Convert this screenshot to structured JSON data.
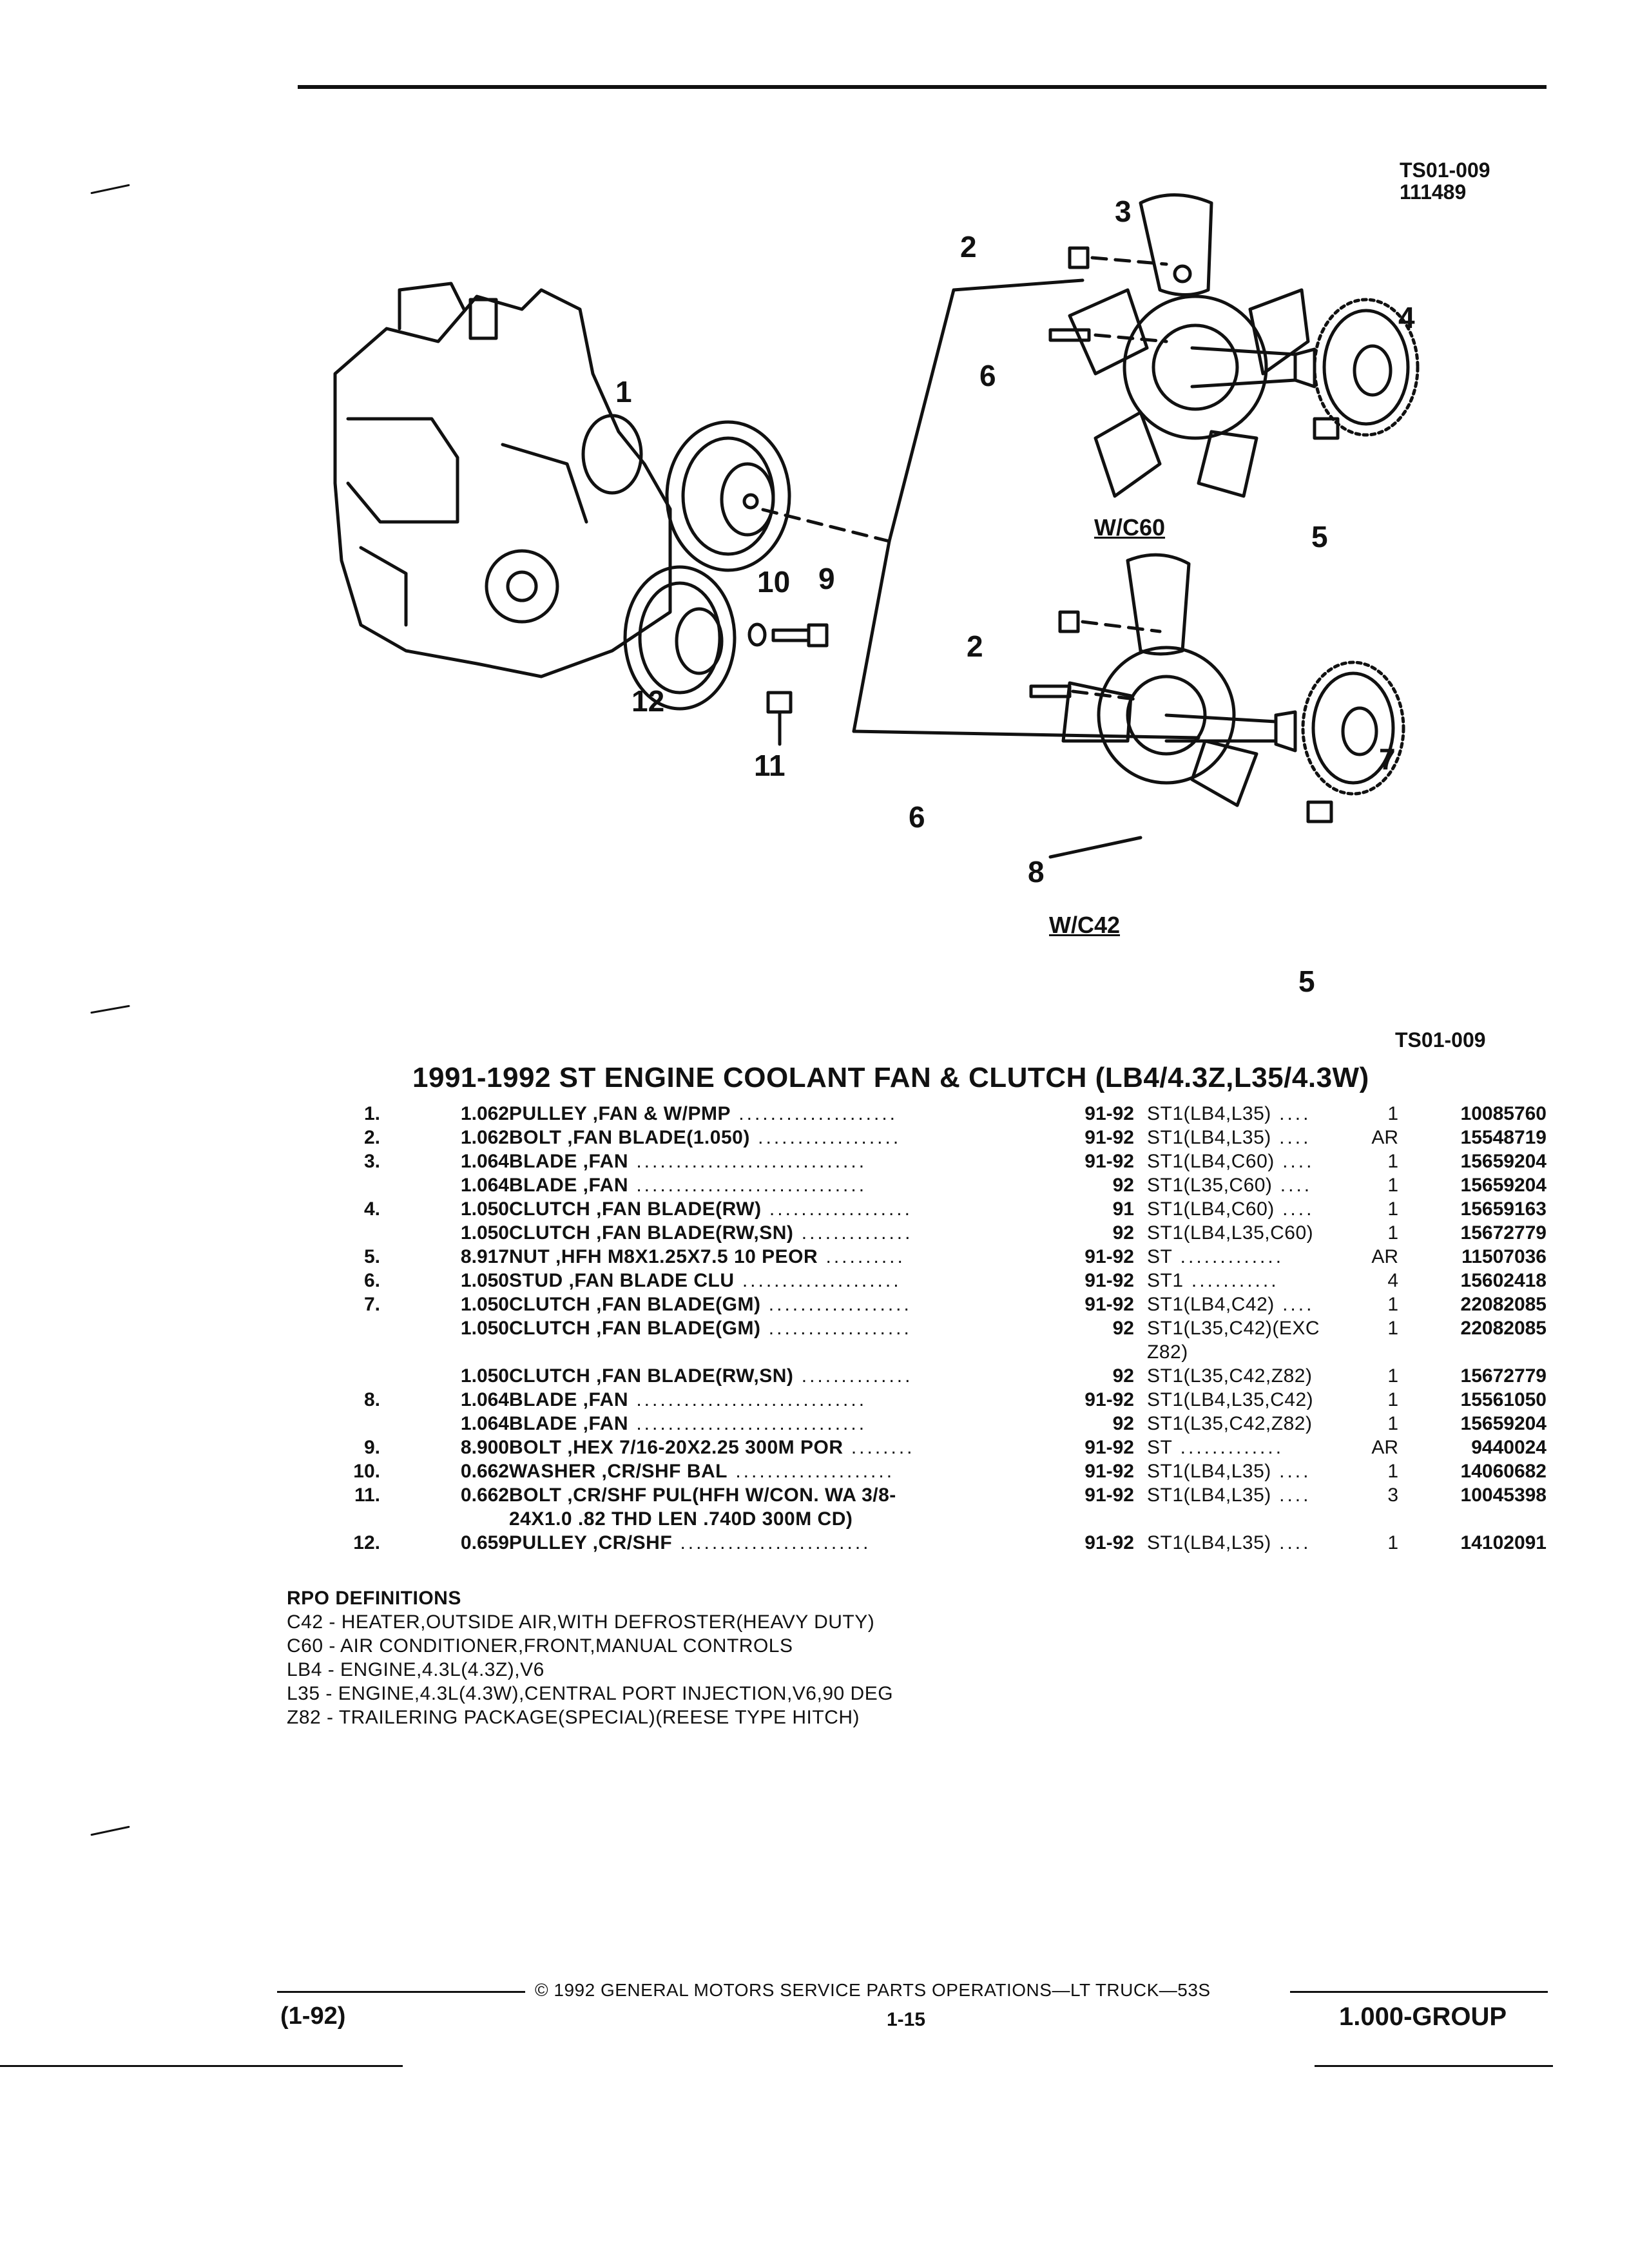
{
  "figure": {
    "ref_code": "TS01-009",
    "ref_number": "111489",
    "bottom_ref": "TS01-009",
    "caption_c60": "W/C60",
    "caption_c42": "W/C42",
    "callouts": {
      "n1": "1",
      "n2a": "2",
      "n2b": "2",
      "n3": "3",
      "n4": "4",
      "n5a": "5",
      "n5b": "5",
      "n6a": "6",
      "n6b": "6",
      "n7": "7",
      "n8": "8",
      "n9": "9",
      "n10": "10",
      "n11": "11",
      "n12": "12"
    }
  },
  "title": "1991-1992 ST ENGINE COOLANT FAN & CLUTCH (LB4/4.3Z,L35/4.3W)",
  "parts": [
    {
      "idx": "1.",
      "ill": "1.062",
      "desc": "PULLEY ,FAN & W/PMP",
      "dots": " ....................",
      "years": "91-92",
      "app": "ST1(LB4,L35)",
      "app_dots": " ....",
      "qty": "1",
      "pn": "10085760"
    },
    {
      "idx": "2.",
      "ill": "1.062",
      "desc": "BOLT ,FAN BLADE(1.050)",
      "dots": " ..................",
      "years": "91-92",
      "app": "ST1(LB4,L35)",
      "app_dots": " ....",
      "qty": "AR",
      "pn": "15548719"
    },
    {
      "idx": "3.",
      "ill": "1.064",
      "desc": "BLADE ,FAN",
      "dots": " .............................",
      "years": "91-92",
      "app": "ST1(LB4,C60)",
      "app_dots": " ....",
      "qty": "1",
      "pn": "15659204"
    },
    {
      "idx": "",
      "ill": "1.064",
      "desc": "BLADE ,FAN",
      "dots": " .............................",
      "years": "92",
      "app": "ST1(L35,C60)",
      "app_dots": " ....",
      "qty": "1",
      "pn": "15659204"
    },
    {
      "idx": "4.",
      "ill": "1.050",
      "desc": "CLUTCH ,FAN BLADE(RW)",
      "dots": " ..................",
      "years": "91",
      "app": "ST1(LB4,C60)",
      "app_dots": " ....",
      "qty": "1",
      "pn": "15659163"
    },
    {
      "idx": "",
      "ill": "1.050",
      "desc": "CLUTCH ,FAN BLADE(RW,SN)",
      "dots": " ..............",
      "years": "92",
      "app": "ST1(LB4,L35,C60)",
      "app_dots": "",
      "qty": "1",
      "pn": "15672779"
    },
    {
      "idx": "5.",
      "ill": "8.917",
      "desc": "NUT ,HFH M8X1.25X7.5 10 PEOR",
      "dots": " ..........",
      "years": "91-92",
      "app": "ST",
      "app_dots": " .............",
      "qty": "AR",
      "pn": "11507036"
    },
    {
      "idx": "6.",
      "ill": "1.050",
      "desc": "STUD ,FAN BLADE CLU",
      "dots": " ....................",
      "years": "91-92",
      "app": "ST1",
      "app_dots": " ...........",
      "qty": "4",
      "pn": "15602418"
    },
    {
      "idx": "7.",
      "ill": "1.050",
      "desc": "CLUTCH ,FAN BLADE(GM)",
      "dots": " ..................",
      "years": "91-92",
      "app": "ST1(LB4,C42)",
      "app_dots": " ....",
      "qty": "1",
      "pn": "22082085"
    },
    {
      "idx": "",
      "ill": "1.050",
      "desc": "CLUTCH ,FAN BLADE(GM)",
      "dots": " ..................",
      "years": "92",
      "app": "ST1(L35,C42)(EXC",
      "app_dots": "",
      "qty": "1",
      "pn": "22082085"
    },
    {
      "idx": "",
      "ill": "",
      "desc": "",
      "dots": "",
      "years": "",
      "app": "Z82)",
      "app_dots": "",
      "qty": "",
      "pn": ""
    },
    {
      "idx": "",
      "ill": "1.050",
      "desc": "CLUTCH ,FAN BLADE(RW,SN)",
      "dots": " ..............",
      "years": "92",
      "app": "ST1(L35,C42,Z82)",
      "app_dots": "",
      "qty": "1",
      "pn": "15672779"
    },
    {
      "idx": "8.",
      "ill": "1.064",
      "desc": "BLADE ,FAN",
      "dots": " .............................",
      "years": "91-92",
      "app": "ST1(LB4,L35,C42)",
      "app_dots": "",
      "qty": "1",
      "pn": "15561050"
    },
    {
      "idx": "",
      "ill": "1.064",
      "desc": "BLADE ,FAN",
      "dots": " .............................",
      "years": "92",
      "app": "ST1(L35,C42,Z82)",
      "app_dots": "",
      "qty": "1",
      "pn": "15659204"
    },
    {
      "idx": "9.",
      "ill": "8.900",
      "desc": "BOLT ,HEX 7/16-20X2.25 300M POR",
      "dots": " ........",
      "years": "91-92",
      "app": "ST",
      "app_dots": " .............",
      "qty": "AR",
      "pn": "9440024"
    },
    {
      "idx": "10.",
      "ill": "0.662",
      "desc": "WASHER ,CR/SHF BAL",
      "dots": " ....................",
      "years": "91-92",
      "app": "ST1(LB4,L35)",
      "app_dots": " ....",
      "qty": "1",
      "pn": "14060682"
    },
    {
      "idx": "11.",
      "ill": "0.662",
      "desc": "BOLT ,CR/SHF PUL(HFH W/CON. WA 3/8-",
      "dots": "",
      "years": "91-92",
      "app": "ST1(LB4,L35)",
      "app_dots": " ....",
      "qty": "3",
      "pn": "10045398"
    },
    {
      "idx": "",
      "ill": "",
      "desc": "24X1.0 .82 THD LEN .740D 300M CD)",
      "dots": "",
      "years": "",
      "app": "",
      "app_dots": "",
      "qty": "",
      "pn": ""
    },
    {
      "idx": "12.",
      "ill": "0.659",
      "desc": "PULLEY ,CR/SHF",
      "dots": " ........................",
      "years": "91-92",
      "app": "ST1(LB4,L35)",
      "app_dots": " ....",
      "qty": "1",
      "pn": "14102091"
    }
  ],
  "rpo": {
    "heading": "RPO DEFINITIONS",
    "items": [
      "C42 - HEATER,OUTSIDE AIR,WITH DEFROSTER(HEAVY DUTY)",
      "C60 - AIR CONDITIONER,FRONT,MANUAL CONTROLS",
      "LB4 - ENGINE,4.3L(4.3Z),V6",
      "L35 - ENGINE,4.3L(4.3W),CENTRAL PORT INJECTION,V6,90 DEG",
      "Z82 - TRAILERING PACKAGE(SPECIAL)(REESE TYPE HITCH)"
    ]
  },
  "footer": {
    "copyright": "© 1992 GENERAL MOTORS SERVICE PARTS OPERATIONS—LT TRUCK—53S",
    "date_code": "(1-92)",
    "page": "1-15",
    "group": "1.000-GROUP"
  }
}
